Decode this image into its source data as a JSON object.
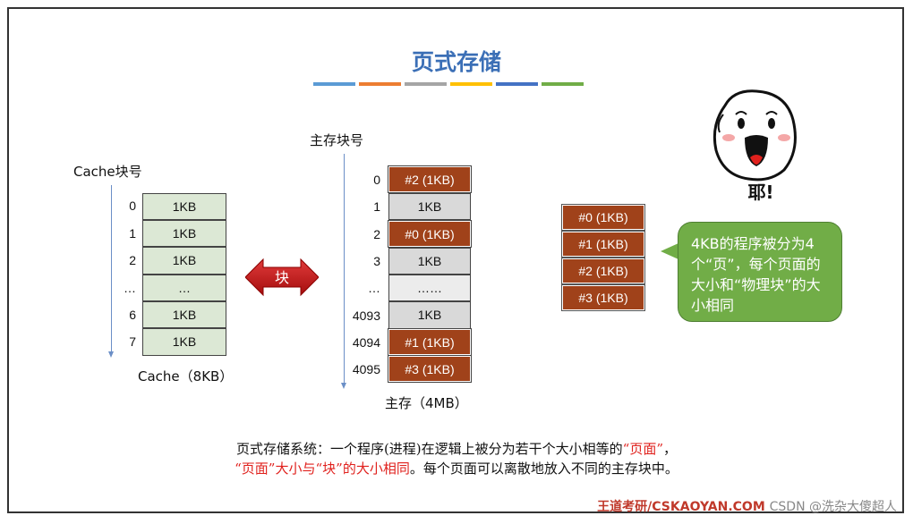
{
  "title": "页式存储",
  "title_bar_colors": [
    "#5B9BD5",
    "#ED7D31",
    "#A5A5A5",
    "#FFC000",
    "#4472C4",
    "#70AD47"
  ],
  "cache": {
    "header": "Cache块号",
    "caption": "Cache（8KB）",
    "indices": [
      "0",
      "1",
      "2",
      "…",
      "6",
      "7"
    ],
    "cells": [
      "1KB",
      "1KB",
      "1KB",
      "…",
      "1KB",
      "1KB"
    ]
  },
  "arrow_label": "块",
  "memory": {
    "header": "主存块号",
    "caption": "主存（4MB）",
    "indices": [
      "0",
      "1",
      "2",
      "3",
      "…",
      "4093",
      "4094",
      "4095"
    ],
    "cells": [
      "#2 (1KB)",
      "1KB",
      "#0 (1KB)",
      "1KB",
      "……",
      "1KB",
      "#1 (1KB)",
      "#3 (1KB)"
    ]
  },
  "pages": [
    "#0 (1KB)",
    "#1 (1KB)",
    "#2 (1KB)",
    "#3 (1KB)"
  ],
  "bubble": {
    "text": "4KB的程序被分为4个“页”，每个页面的大小和“物理块”的大小相同"
  },
  "face_text": "耶!",
  "bottom": {
    "line1_a": "页式存储系统：一个程序(进程)在逻辑上被分为若干个大小相等的",
    "line1_b": "“页面”",
    "line1_c": "，",
    "line2_a": "“页面”大小与“块”的大小相同",
    "line2_b": "。每个页面可以离散地放入不同的主存块中。"
  },
  "footer": {
    "brand": "王道考研/CSKAOYAN.COM",
    "credit": "CSDN @洗杂大傻超人"
  }
}
